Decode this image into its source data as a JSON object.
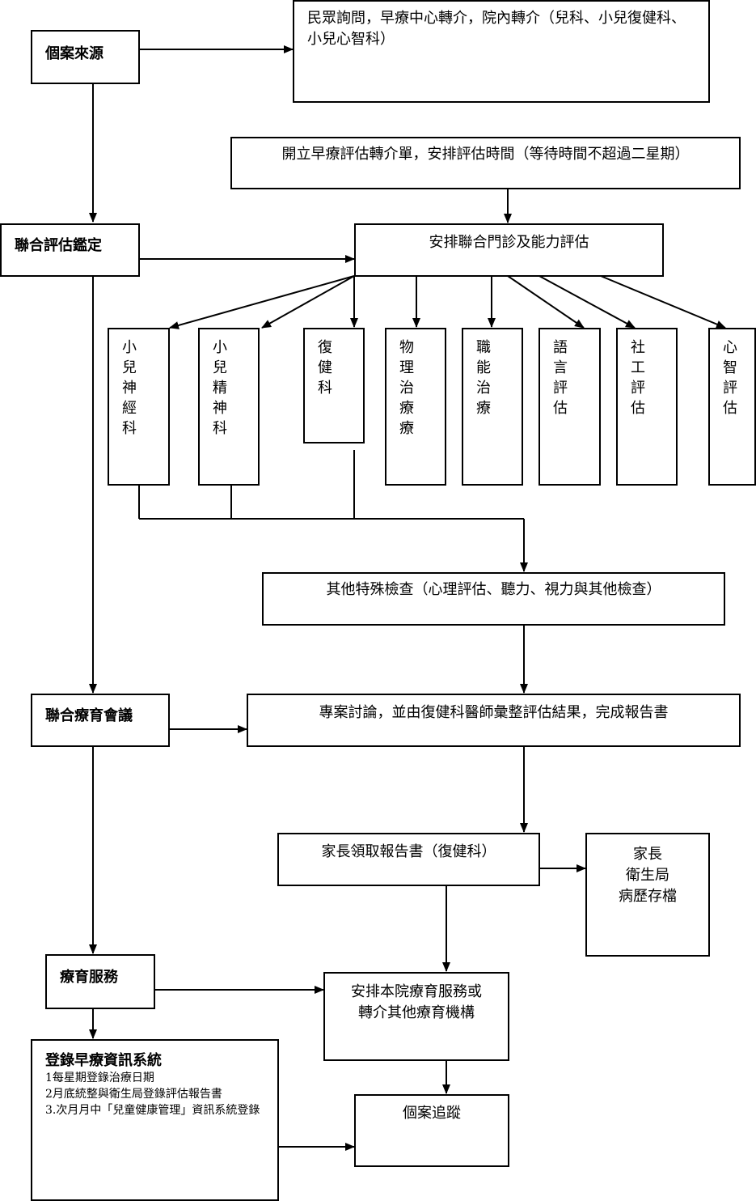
{
  "stages": {
    "case_source": "個案來源",
    "joint_eval": "聯合評估鑑定",
    "joint_meeting": "聯合療育會議",
    "therapy_service": "療育服務"
  },
  "boxes": {
    "referral_sources": "民眾詢問，早療中心轉介，院內轉介（兒科、小兒復健科、小兒心智科）",
    "open_referral": "開立早療評估轉介單，安排評估時間（等待時間不超過二星期）",
    "arrange_clinic": "安排聯合門診及能力評估",
    "other_exams": "其他特殊檢查（心理評估、聽力、視力與其他檢查）",
    "case_discussion": "專案討論，並由復健科醫師彙整評估結果，完成報告書",
    "parent_report": "家長領取報告書（復健科）",
    "archive_line1": "家長",
    "archive_line2": "衛生局",
    "archive_line3": "病歷存檔",
    "arrange_therapy_line1": "安排本院療育服務或",
    "arrange_therapy_line2": "轉介其他療育機構",
    "follow_up": "個案追蹤",
    "registry_title": "登錄早療資訊系統",
    "registry_item1": "1每星期登錄治療日期",
    "registry_item2": "2月底統整與衛生局登錄評估報告書",
    "registry_item3": "3.次月月中「兒童健康管理」資訊系統登錄"
  },
  "departments": [
    "小兒神經科",
    "小兒精神科",
    "復健科",
    "物理治療療",
    "職能治療",
    "語言評估",
    "社工評估",
    "心智評估"
  ]
}
